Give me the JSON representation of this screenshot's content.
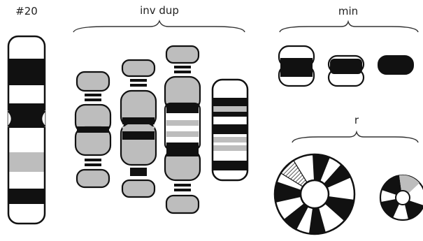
{
  "labels": {
    "normal": "#20",
    "inv_dup": "inv dup",
    "min": "min",
    "ring": "r"
  },
  "colors": {
    "black": "#111111",
    "gray": "#bdbdbd",
    "white": "#ffffff"
  }
}
